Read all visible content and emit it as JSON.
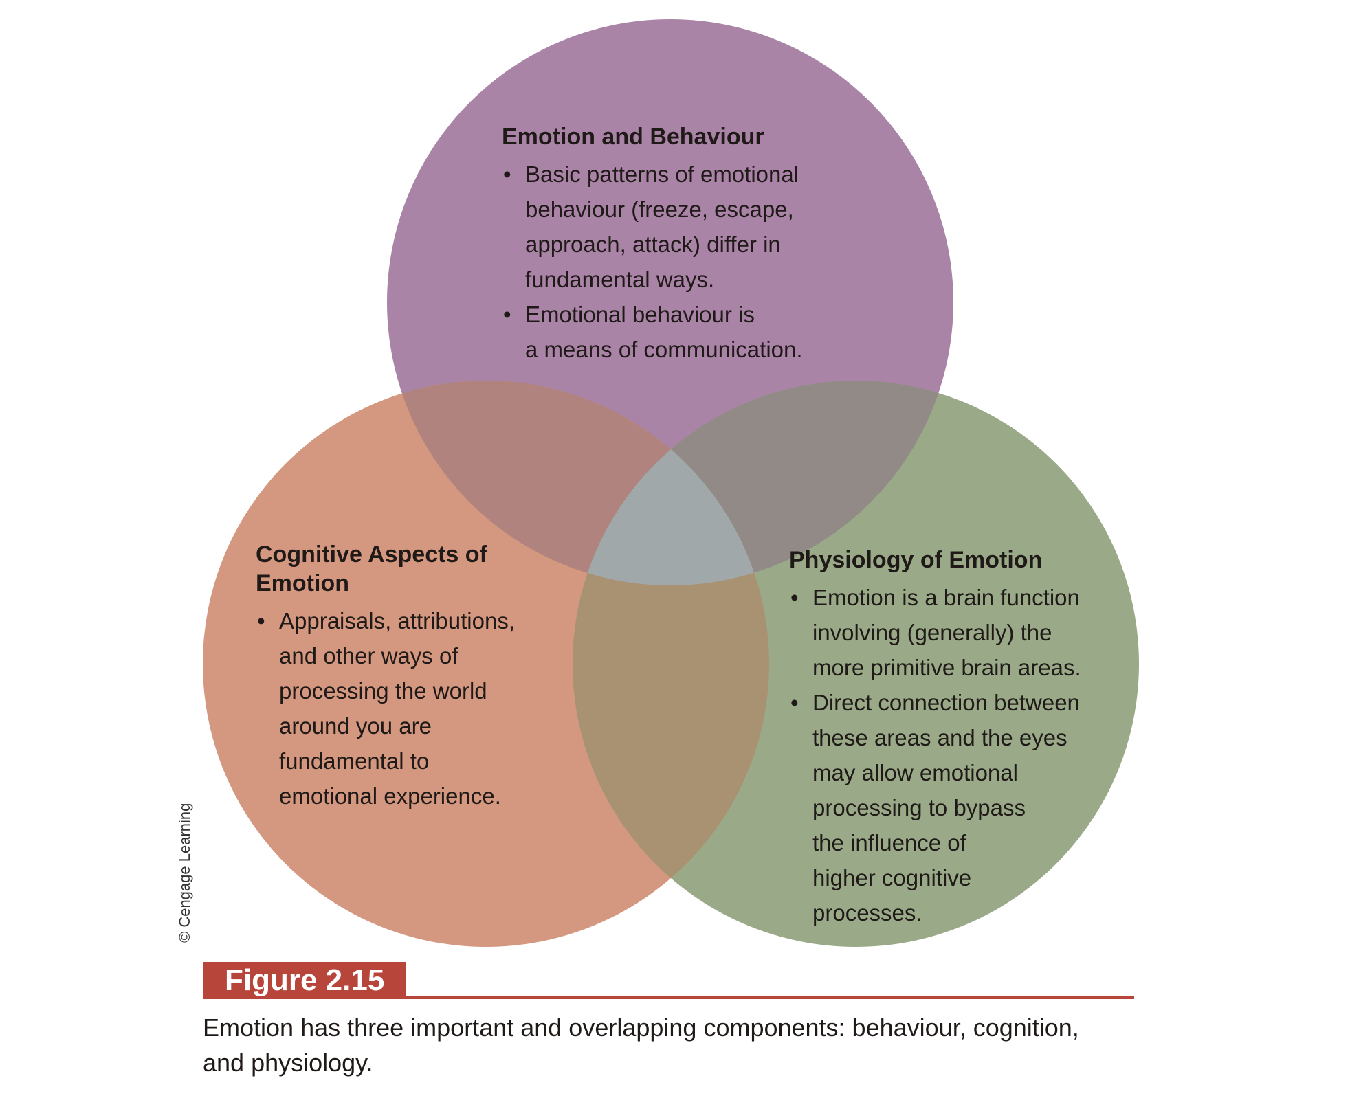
{
  "colors": {
    "behaviour": "#aa84a7",
    "cognitive": "#d4977f",
    "physiology": "#9aaa89",
    "overlap_behaviour_cognitive": "#b0837f",
    "overlap_behaviour_physiology": "#928a86",
    "overlap_cognitive_physiology": "#a99272",
    "overlap_all": "#a0a8aa",
    "figure_accent": "#b8453a"
  },
  "circles": {
    "behaviour": {
      "title": "Emotion and Behaviour",
      "bullets": [
        "Basic patterns of emotional\nbehaviour (freeze, escape,\napproach, attack) differ in\nfundamental ways.",
        "Emotional behaviour is\na means of communication."
      ]
    },
    "cognitive": {
      "title": "Cognitive Aspects of\nEmotion",
      "bullets": [
        "Appraisals, attributions,\nand other ways of\nprocessing the world\naround you are\nfundamental to\nemotional experience."
      ]
    },
    "physiology": {
      "title": "Physiology of Emotion",
      "bullets": [
        "Emotion is a brain function\ninvolving (generally) the\nmore primitive brain areas.",
        "Direct connection between\nthese areas and the eyes\nmay allow emotional\nprocessing to bypass\nthe influence of\nhigher cognitive\nprocesses."
      ]
    }
  },
  "credit": "© Cengage Learning",
  "figure": {
    "label": "Figure 2.15",
    "caption": "Emotion has three important and overlapping components: behaviour, cognition, and physiology."
  }
}
